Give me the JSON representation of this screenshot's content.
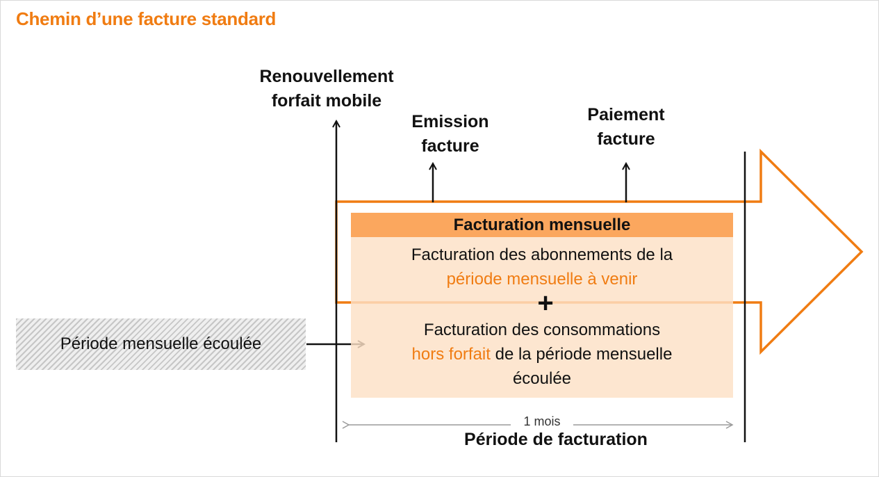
{
  "title": "Chemin d’une facture standard",
  "labels": {
    "renouvellement": [
      "Renouvellement",
      "forfait mobile"
    ],
    "emission": [
      "Emission",
      "facture"
    ],
    "paiement": [
      "Paiement",
      "facture"
    ]
  },
  "billing": {
    "header": "Facturation mensuelle",
    "subscriptions": {
      "line1": "Facturation des abonnements de la",
      "highlight": "période mensuelle à venir"
    },
    "plus": "+",
    "consumption": {
      "line1": "Facturation des consommations",
      "highlight": "hors forfait",
      "rest": "de la période mensuelle",
      "line3": "écoulée"
    }
  },
  "past_period": "Période mensuelle écoulée",
  "duration_label": "1 mois",
  "billing_period": "Période de facturation",
  "colors": {
    "accent": "#f07c12",
    "header_fill": "#fba75e",
    "box_fill": "#fde0c6"
  }
}
